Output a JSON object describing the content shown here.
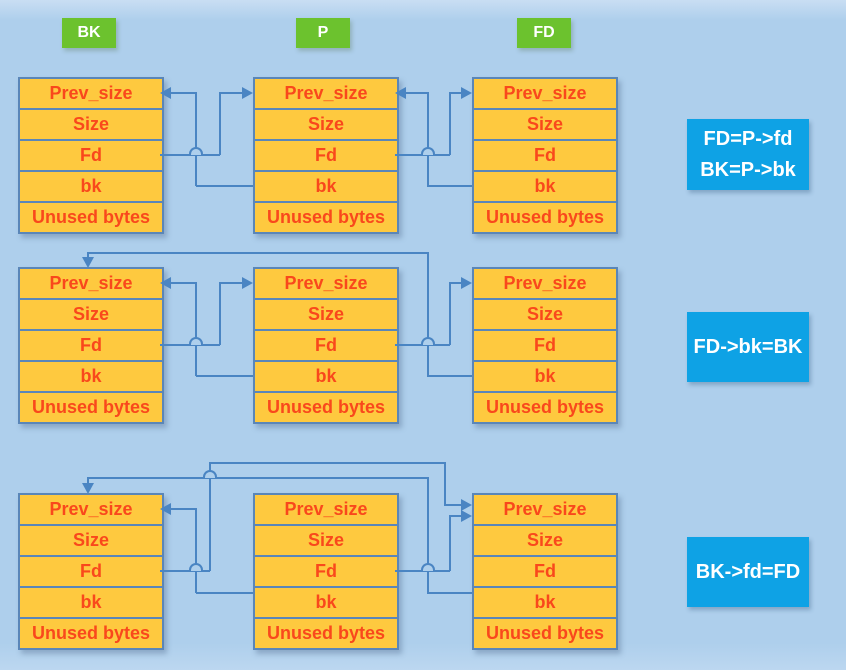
{
  "pointer_labels": [
    {
      "id": "bk",
      "text": "BK"
    },
    {
      "id": "p",
      "text": "P"
    },
    {
      "id": "fd",
      "text": "FD"
    }
  ],
  "chunk_fields": [
    "Prev_size",
    "Size",
    "Fd",
    "bk",
    "Unused bytes"
  ],
  "rows": [
    {
      "annotation": {
        "lines": [
          "FD=P->fd",
          "BK=P->bk"
        ]
      },
      "edges": [
        {
          "from": "BK.fd",
          "to": "P"
        },
        {
          "from": "P.bk",
          "to": "BK"
        },
        {
          "from": "P.fd",
          "to": "FD"
        },
        {
          "from": "FD.bk",
          "to": "P"
        }
      ]
    },
    {
      "annotation": {
        "lines": [
          "FD->bk=BK"
        ]
      },
      "edges": [
        {
          "from": "BK.fd",
          "to": "P"
        },
        {
          "from": "P.bk",
          "to": "BK"
        },
        {
          "from": "P.fd",
          "to": "FD"
        },
        {
          "from": "FD.bk",
          "to": "BK"
        }
      ]
    },
    {
      "annotation": {
        "lines": [
          "BK->fd=FD"
        ]
      },
      "edges": [
        {
          "from": "BK.fd",
          "to": "FD"
        },
        {
          "from": "P.bk",
          "to": "BK"
        },
        {
          "from": "P.fd",
          "to": "FD"
        },
        {
          "from": "FD.bk",
          "to": "BK"
        }
      ]
    }
  ],
  "colors": {
    "background": "#aecfec",
    "chunk_fill": "#fec93f",
    "chunk_border": "#5a86b8",
    "chunk_text": "#f9481c",
    "label_green": "#6cc22e",
    "annotation_blue": "#0ea2e5",
    "arrow_blue": "#4a85c3",
    "text_white": "#ffffff"
  }
}
